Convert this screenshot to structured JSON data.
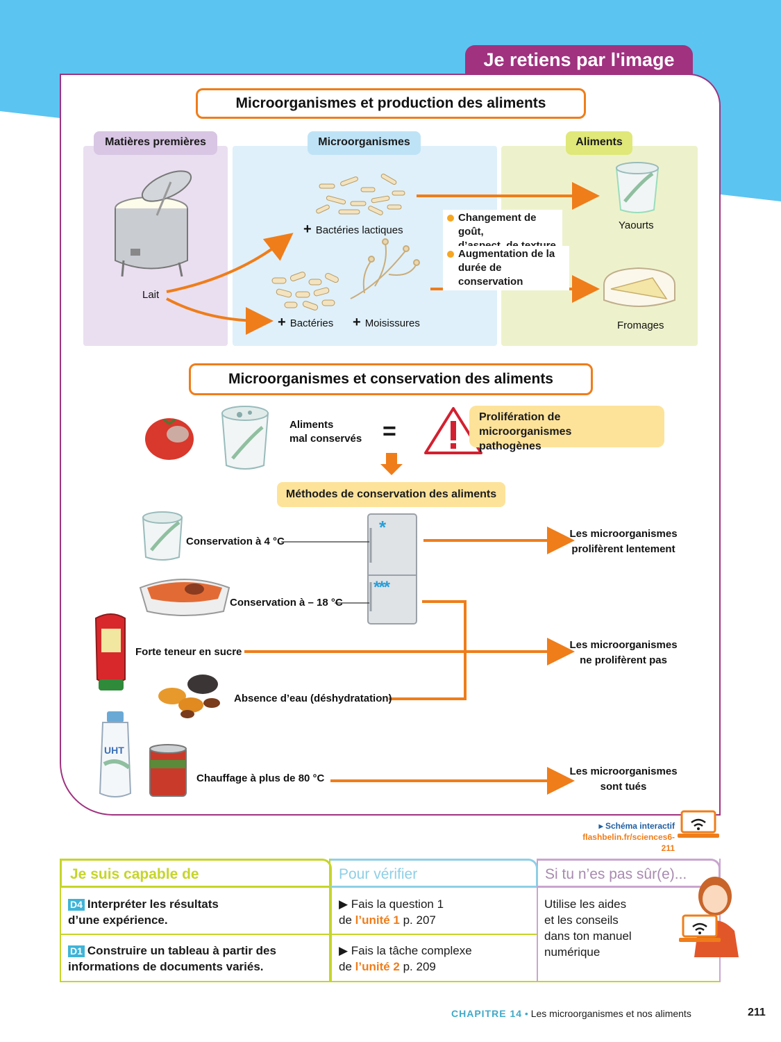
{
  "banner": {
    "title": "Je retiens par l'image"
  },
  "production": {
    "title": "Microorganismes et production des aliments",
    "col_raw": "Matières premières",
    "col_micro": "Microorganismes",
    "col_food": "Aliments",
    "milk": "Lait",
    "lactic": "Bactéries lactiques",
    "bacteria": "Bactéries",
    "molds": "Moisissures",
    "note1_line1": "Changement de goût,",
    "note1_line2": "d’aspect, de texture",
    "note2_line1": "Augmentation de la",
    "note2_line2": "durée de conservation",
    "yogurts": "Yaourts",
    "cheeses": "Fromages"
  },
  "conservation": {
    "title": "Microorganismes et conservation des aliments",
    "bad_line1": "Aliments",
    "bad_line2": "mal conservés",
    "equals": "=",
    "warning_line1": "Prolifération de microorganismes",
    "warning_line2": "pathogènes",
    "methods": "Méthodes de conservation des aliments",
    "m_4c": "Conservation à 4 °C",
    "m_18c": "Conservation à – 18 °C",
    "m_sugar": "Forte teneur en sucre",
    "m_water": "Absence d’eau (déshydratation)",
    "m_heat": "Chauffage à plus de 80 °C",
    "r1_line1": "Les microorganismes",
    "r1_line2": "prolifèrent lentement",
    "r2_line1": "Les microorganismes",
    "r2_line2": "ne prolifèrent pas",
    "r3_line1": "Les microorganismes",
    "r3_line2": "sont tués",
    "milk_label": "UHT",
    "fridge_top": "*",
    "fridge_bottom": "***"
  },
  "interactive": {
    "label": "▸ Schéma interactif",
    "url": "flashbelin.fr/sciences6-211"
  },
  "table": {
    "h1": "Je suis capable de",
    "h2": "Pour vérifier",
    "h3": "Si tu n’es pas sûr(e)...",
    "row1": {
      "badge": "D4",
      "skill_line1": "Interpréter les résultats",
      "skill_line2": "d’une expérience.",
      "check_line1": "▶ Fais la question 1",
      "check_pre": "de ",
      "check_unit": "l’unité 1",
      "check_page": " p. 207"
    },
    "row2": {
      "badge": "D1",
      "skill_line1": "Construire un tableau à partir des",
      "skill_line2": "informations de documents variés.",
      "check_line1": "▶ Fais la tâche complexe",
      "check_pre": "de ",
      "check_unit": "l’unité 2",
      "check_page": " p. 209"
    },
    "help_line1": "Utilise les aides",
    "help_line2": "et les conseils",
    "help_line3": "dans ton manuel",
    "help_line4": "numérique"
  },
  "footer": {
    "chapter": "CHAPITRE 14",
    "bullet": "•",
    "chapter_title": "Les microorganismes et nos aliments",
    "page": "211"
  },
  "colors": {
    "sky": "#5bc4f1",
    "purple": "#a0327f",
    "orange": "#ef7d1a",
    "lime": "#c5d52a",
    "col_raw": "#eadff0",
    "col_micro": "#dff0fa",
    "col_food": "#eef2cc"
  }
}
